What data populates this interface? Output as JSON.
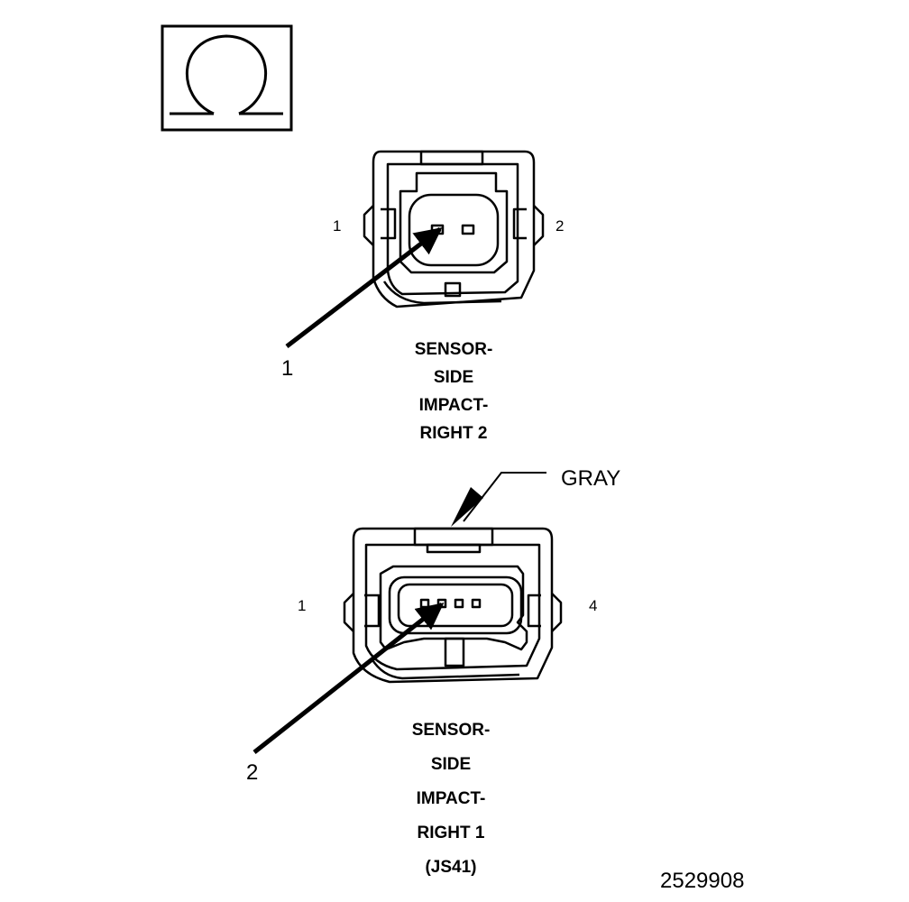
{
  "colors": {
    "ink": "#000000",
    "paper": "#ffffff"
  },
  "icon": {
    "name": "ohmmeter-icon"
  },
  "connector_top": {
    "pin_left": "1",
    "pin_right": "2",
    "callout": "1",
    "title_lines": [
      "SENSOR-",
      "SIDE",
      "IMPACT-",
      "RIGHT 2"
    ]
  },
  "connector_bottom": {
    "pin_left": "1",
    "pin_right": "4",
    "callout": "2",
    "color_label": "GRAY",
    "title_lines": [
      "SENSOR-",
      "SIDE",
      "IMPACT-",
      "RIGHT 1",
      "(JS41)"
    ]
  },
  "figure_number": "2529908"
}
